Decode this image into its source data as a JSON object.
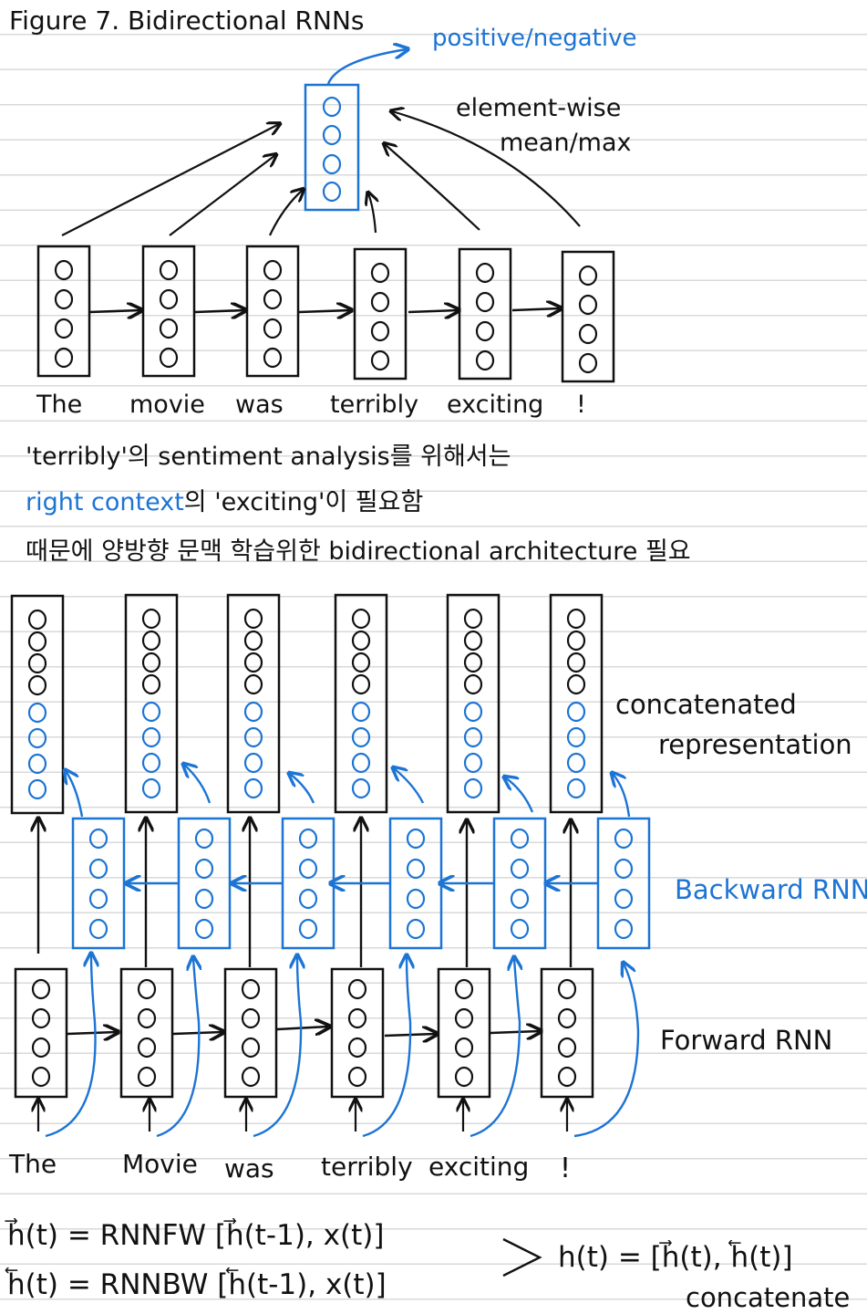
{
  "title": "Figure 7. Bidirectional RNNs",
  "top": {
    "output_label": "positive/negative",
    "pool_label_line1": "element-wise",
    "pool_label_line2": "mean/max",
    "words": [
      "The",
      "movie",
      "was",
      "terribly",
      "exciting",
      "!"
    ]
  },
  "notes": {
    "line1": "'terribly'의 sentiment analysis를 위해서는",
    "line2_blue": "right context",
    "line2_rest": "의 'exciting'이 필요함",
    "line3": "때문에 양방향 문맥 학습위한 bidirectional architecture 필요"
  },
  "bottom": {
    "concat_line1": "concatenated",
    "concat_line2": "representation",
    "backward_label": "Backward RNN",
    "forward_label": "Forward RNN",
    "words": [
      "The",
      "Movie",
      "was",
      "terribly",
      "exciting",
      "!"
    ]
  },
  "equations": {
    "fw": "h⃗(t) = RNNFW [h⃗(t-1), x(t)]",
    "bw": "h⃖(t) = RNNBW [h⃖(t-1), x(t)]",
    "combined": "h(t) = [h⃗(t), h⃖(t)]",
    "combined_note": "concatenate"
  },
  "colors": {
    "ink": "#111111",
    "accent": "#1c74d4",
    "rule": "#d9d9d9"
  }
}
